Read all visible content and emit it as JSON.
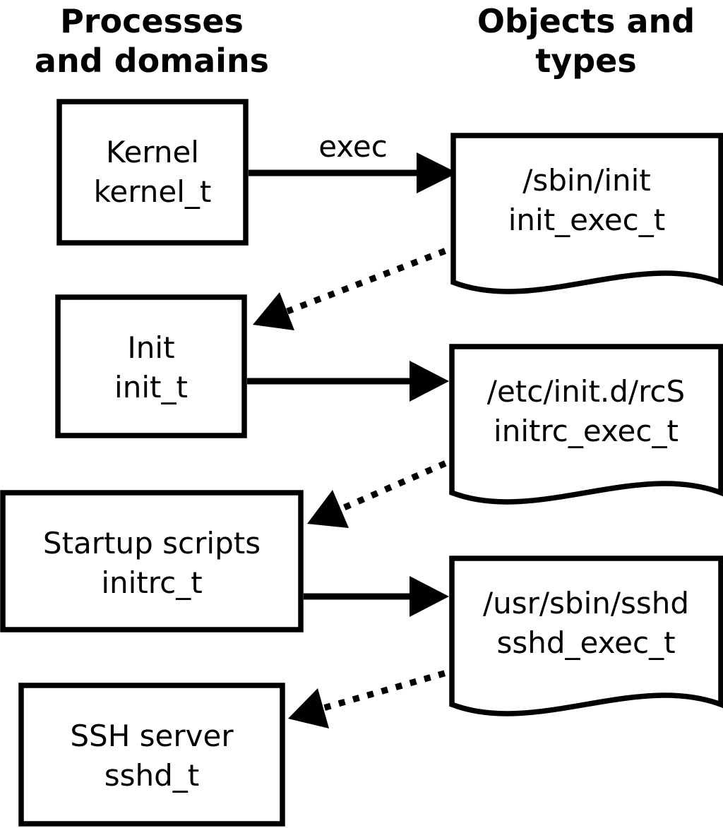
{
  "title_left": {
    "line1": "Processes",
    "line2": "and domains"
  },
  "title_right": {
    "line1": "Objects and",
    "line2": "types"
  },
  "process_boxes": [
    {
      "label": "Kernel",
      "domain": "kernel_t"
    },
    {
      "label": "Init",
      "domain": "init_t"
    },
    {
      "label": "Startup scripts",
      "domain": "initrc_t"
    },
    {
      "label": "SSH server",
      "domain": "sshd_t"
    }
  ],
  "object_docs": [
    {
      "path": "/sbin/init",
      "type": "init_exec_t"
    },
    {
      "path": "/etc/init.d/rcS",
      "type": "initrc_exec_t"
    },
    {
      "path": "/usr/sbin/sshd",
      "type": "sshd_exec_t"
    }
  ],
  "labels": {
    "exec": "exec"
  },
  "colors": {
    "line": "#000000",
    "fill": "#ffffff",
    "background": "#ffffff"
  }
}
